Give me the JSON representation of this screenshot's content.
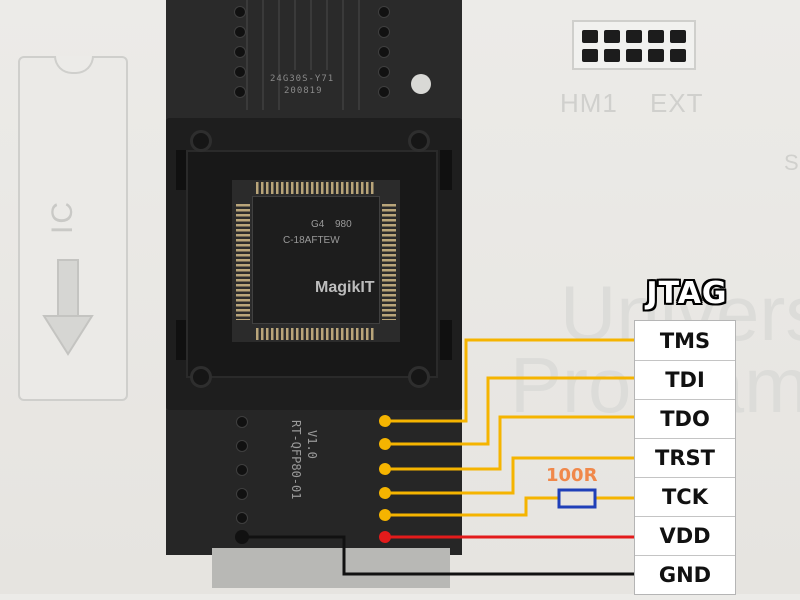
{
  "background": {
    "ic_label": "IC",
    "header_labels": [
      "HM1",
      "EXT"
    ],
    "fragment_s": "S",
    "watermark_line1": "Univers",
    "watermark_line2": "Program"
  },
  "board": {
    "top_mark_line1": "24G30S-Y71",
    "top_mark_line2": "200819",
    "lower_mark_line1": "RT-QFP80-01",
    "lower_mark_line2": "V1.0"
  },
  "chip": {
    "logo": "MagikIT",
    "part_line": "C-18AFTEW",
    "code_line": "G4",
    "code_line2": "980"
  },
  "jtag": {
    "title": "JTAG",
    "pins": [
      {
        "label": "TMS",
        "wire_color": "#f5b400"
      },
      {
        "label": "TDI",
        "wire_color": "#f5b400"
      },
      {
        "label": "TDO",
        "wire_color": "#f5b400"
      },
      {
        "label": "TRST",
        "wire_color": "#f5b400"
      },
      {
        "label": "TCK",
        "wire_color": "#f5b400"
      },
      {
        "label": "VDD",
        "wire_color": "#e31b1b"
      },
      {
        "label": "GND",
        "wire_color": "#111111"
      }
    ],
    "resistor_label": "100R",
    "resistor_color": "#1f3fb8",
    "resistor_label_color": "#f0884a"
  }
}
